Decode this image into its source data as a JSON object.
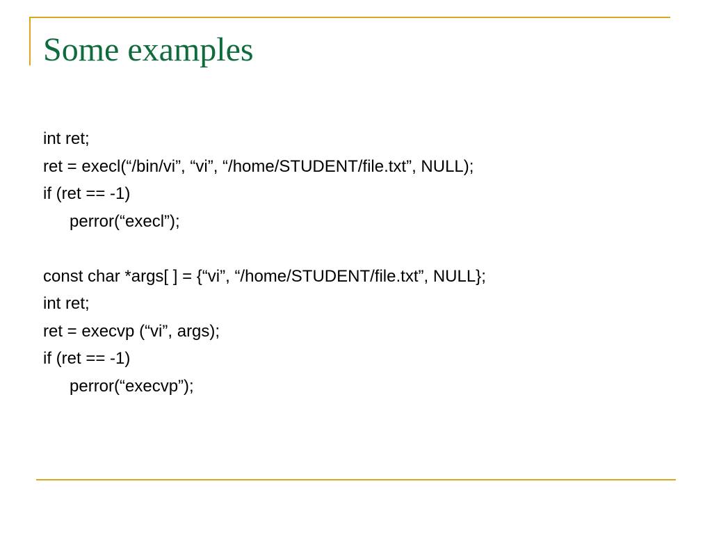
{
  "slide": {
    "title": "Some examples",
    "lines": [
      "int ret;",
      "ret = execl(“/bin/vi”, “vi”, “/home/STUDENT/file.txt”, NULL);",
      "if (ret == -1)",
      "perror(“execl”);",
      "",
      "const char *args[ ] = {“vi”, “/home/STUDENT/file.txt”, NULL};",
      "int ret;",
      "ret = execvp (“vi”, args);",
      "if (ret == -1)",
      "perror(“execvp”);"
    ]
  },
  "colors": {
    "title": "#0E6B3C",
    "rules": "#DAA520",
    "text": "#000000",
    "background": "#FFFFFF"
  }
}
